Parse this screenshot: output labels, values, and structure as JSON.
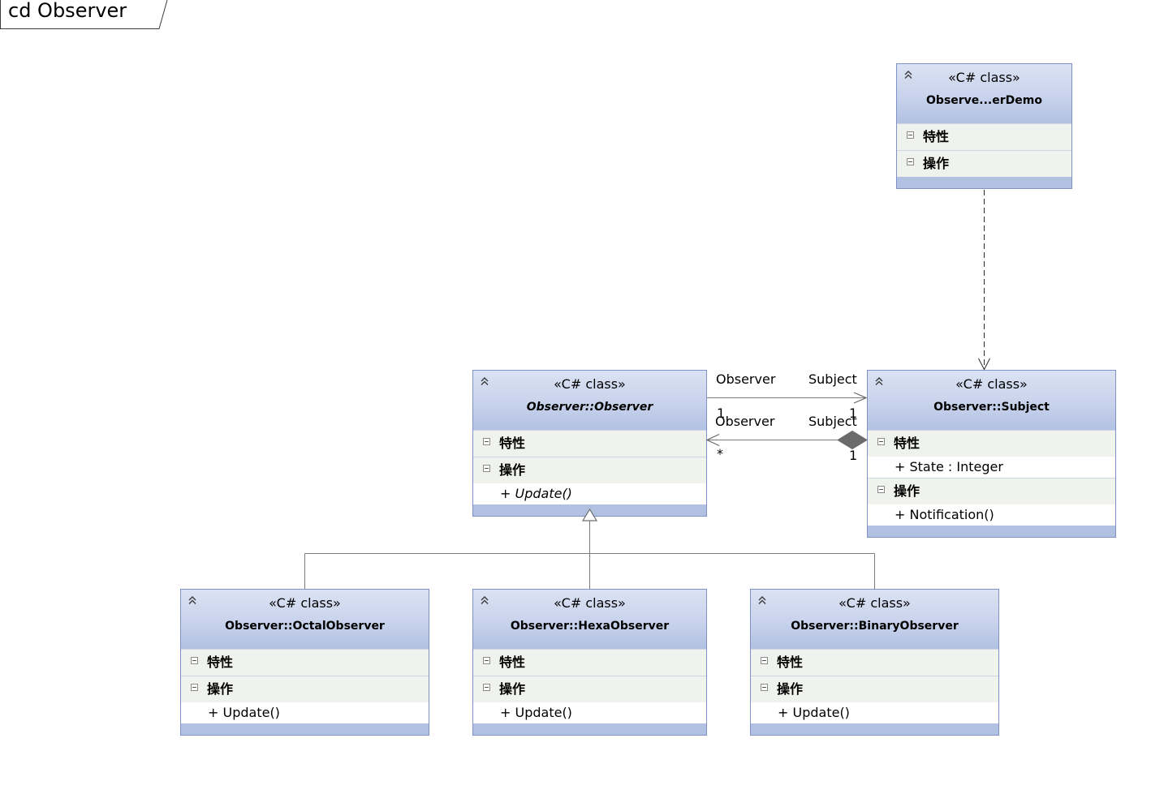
{
  "diagram": {
    "frame_label": "cd Observer"
  },
  "icons": {
    "class_collapse": "double-chevron-up-icon",
    "compartment_toggle": "collapse-minus-icon"
  },
  "colors": {
    "class_border": "#7f92c8",
    "class_header_top": "#dbe2f3",
    "class_header_bottom": "#b2c1e2",
    "compartment_title_bg": "#f0f3ed",
    "connector": "#7a7a7a"
  },
  "classes": {
    "observer_demo": {
      "stereotype": "«C# class»",
      "name": "Observe...erDemo",
      "compartments": [
        {
          "title": "特性",
          "members": []
        },
        {
          "title": "操作",
          "members": []
        }
      ]
    },
    "observer": {
      "stereotype": "«C# class»",
      "name": "Observer::Observer",
      "compartments": [
        {
          "title": "特性",
          "members": []
        },
        {
          "title": "操作",
          "members": [
            "+ Update()"
          ]
        }
      ]
    },
    "subject": {
      "stereotype": "«C# class»",
      "name": "Observer::Subject",
      "compartments": [
        {
          "title": "特性",
          "members": [
            "+ State : Integer"
          ]
        },
        {
          "title": "操作",
          "members": [
            "+ Notification()"
          ]
        }
      ]
    },
    "octal_observer": {
      "stereotype": "«C# class»",
      "name": "Observer::OctalObserver",
      "compartments": [
        {
          "title": "特性",
          "members": []
        },
        {
          "title": "操作",
          "members": [
            "+ Update()"
          ]
        }
      ]
    },
    "hexa_observer": {
      "stereotype": "«C# class»",
      "name": "Observer::HexaObserver",
      "compartments": [
        {
          "title": "特性",
          "members": []
        },
        {
          "title": "操作",
          "members": [
            "+ Update()"
          ]
        }
      ]
    },
    "binary_observer": {
      "stereotype": "«C# class»",
      "name": "Observer::BinaryObserver",
      "compartments": [
        {
          "title": "特性",
          "members": []
        },
        {
          "title": "操作",
          "members": [
            "+ Update()"
          ]
        }
      ]
    }
  },
  "relationships": {
    "association": {
      "observer_end_role": "Observer",
      "subject_end_role": "Subject",
      "observer_end_multiplicity": "1",
      "subject_end_multiplicity": "1"
    },
    "composition": {
      "observer_end_role": "Observer",
      "subject_end_role": "Subject",
      "observer_end_multiplicity": "*",
      "subject_end_multiplicity": "1"
    }
  }
}
